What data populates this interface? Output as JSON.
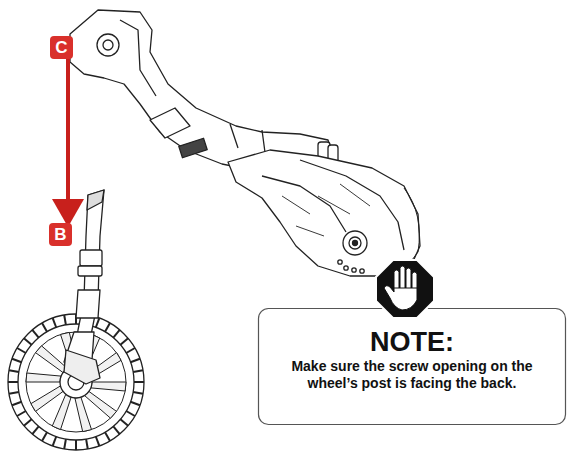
{
  "diagram": {
    "nodes": [
      {
        "text": [
          "C"
        ]
      },
      {
        "text": [
          "B"
        ]
      },
      {
        "text": [
          "NOTE:",
          "Make sure the screw opening on the wheel’s post is facing the back."
        ]
      }
    ],
    "edges": [
      {
        "from": 0,
        "to": 1,
        "arrow": "to"
      }
    ]
  }
}
